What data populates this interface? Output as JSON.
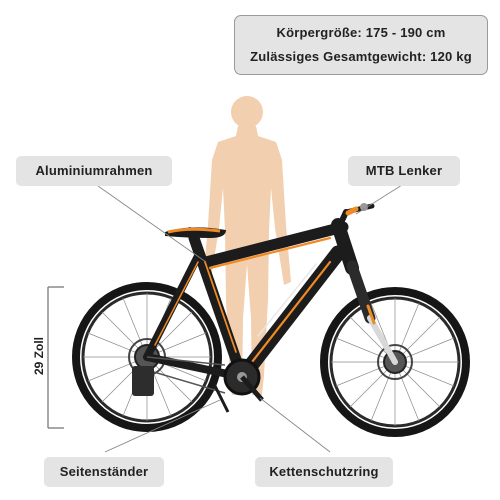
{
  "specs": {
    "body_height": "Körpergröße: 175 - 190 cm",
    "max_weight": "Zulässiges Gesamtgewicht: 120 kg"
  },
  "callouts": {
    "frame": "Aluminiumrahmen",
    "handlebar": "MTB Lenker",
    "kickstand": "Seitenständer",
    "chain_guard": "Kettenschutzring",
    "wheel_size": "29 Zoll"
  },
  "colors": {
    "frame": "#1c1c1c",
    "accent": "#f08a24",
    "silhouette": "#f2cfae",
    "label_bg": "#e4e4e4"
  }
}
